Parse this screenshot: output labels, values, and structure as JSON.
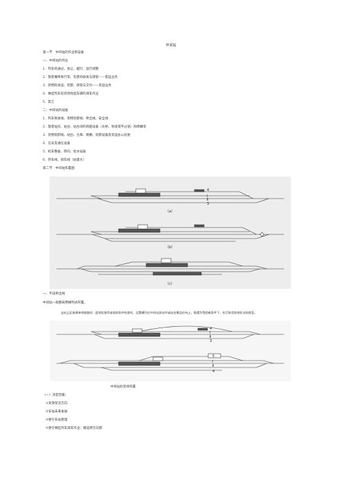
{
  "title": "中间站",
  "section1": "第一节　中间站的作业和设备",
  "work_heading": "一、中间站的作业",
  "work_items": [
    "1．列车的通过、会让、越行、运行调整",
    "2．旅客乘降和行李、包裹的收发与保管——客运业务",
    "3．货物的承运、装卸、保管与交付——货运业务",
    "4．摘挂列车向货场甩挂车辆的调车作业",
    "5．其它"
  ],
  "equip_heading": "二、中间站的设备",
  "equip_items": [
    "1．列车到发线、货物装卸线、牵出线、安全线",
    "2．旅客站房、站台、站台间的跨越设备（天桥、地道或平过道）和雨棚等",
    "3．货物装卸线、站台、仓库、雨棚、装卸设备及货运办公房屋",
    "4．信号及通信设备",
    "5．机车整备、转向、给水设备",
    "6．存车线、调车线（站量大）"
  ],
  "section2": "第二节　中间站布置图",
  "fig_labels": [
    "（a）",
    "（b）",
    "（c）"
  ],
  "subheading": "一、不设牵出线",
  "para1": "中间站一般都采用横列式布置。",
  "para2": "当在山区修建单线铁路时，面地形狭窄或地质条件较差时，设置横列式中间站其站坪或站台需设在持上，限遇为等困难条件下，也可采用其他形式的图型。",
  "track_nums": [
    "4",
    "Ⅰ",
    "Ⅱ",
    "3",
    "5"
  ],
  "caption": "中间站的货场布置",
  "factors_heading": "（一）决定因素：",
  "factors": [
    "①货源货流方向",
    "②车站未来发展",
    "③便于车站管理",
    "④便于摘挂列车调车作业：顺运转方向卸"
  ]
}
